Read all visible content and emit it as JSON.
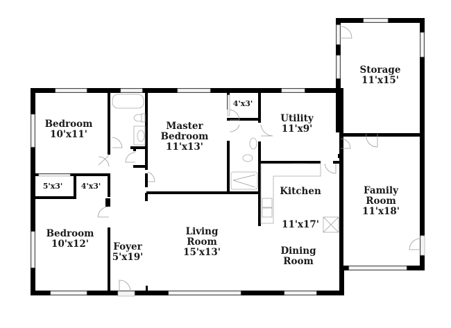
{
  "floor_plan": {
    "colors": {
      "wall": "#000000",
      "window": "#f4f4f4",
      "door_swing": "#9a9a9a",
      "text": "#1a1a1a",
      "background": "#ffffff"
    },
    "rooms": [
      {
        "id": "bedroom-1",
        "name": "Bedroom",
        "size": "10'x11'"
      },
      {
        "id": "closet-1",
        "name": "",
        "size": "5'x3'"
      },
      {
        "id": "closet-2",
        "name": "",
        "size": "4'x3'"
      },
      {
        "id": "bedroom-2",
        "name": "Bedroom",
        "size": "10'x12'"
      },
      {
        "id": "foyer",
        "name": "Foyer",
        "size": "5'x19'"
      },
      {
        "id": "master-bedroom",
        "name_line1": "Master",
        "name_line2": "Bedroom",
        "size": "11'x13'"
      },
      {
        "id": "master-closet",
        "name": "",
        "size": "4'x3'"
      },
      {
        "id": "living-room",
        "name_line1": "Living",
        "name_line2": "Room",
        "size": "15'x13'"
      },
      {
        "id": "utility",
        "name": "Utility",
        "size": "11'x9'"
      },
      {
        "id": "kitchen",
        "name": "Kitchen",
        "size": "11'x17'"
      },
      {
        "id": "dining-room",
        "name_line1": "Dining",
        "name_line2": "Room",
        "size": ""
      },
      {
        "id": "storage",
        "name": "Storage",
        "size": "11'x15'"
      },
      {
        "id": "family-room",
        "name_line1": "Family",
        "name_line2": "Room",
        "size": "11'x18'"
      }
    ]
  }
}
